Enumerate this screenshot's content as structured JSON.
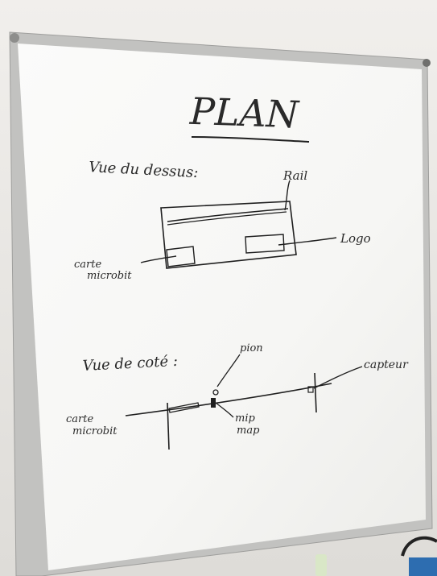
{
  "board": {
    "title": "PLAN",
    "top_view": {
      "heading": "Vue du dessus:",
      "labels": {
        "rail": "Rail",
        "logo": "Logo",
        "card_line1": "carte",
        "card_line2": "microbit"
      }
    },
    "side_view": {
      "heading": "Vue de coté :",
      "labels": {
        "pion": "pion",
        "capteur": "capteur",
        "card_line1": "carte",
        "card_line2": "microbit",
        "mip_line1": "mip",
        "mip_line2": "map"
      }
    }
  },
  "colors": {
    "wall": "#ebe9e5",
    "board_surface": "#f8f8f6",
    "frame": "#b9b9b7",
    "ink": "#1f1f1f"
  }
}
